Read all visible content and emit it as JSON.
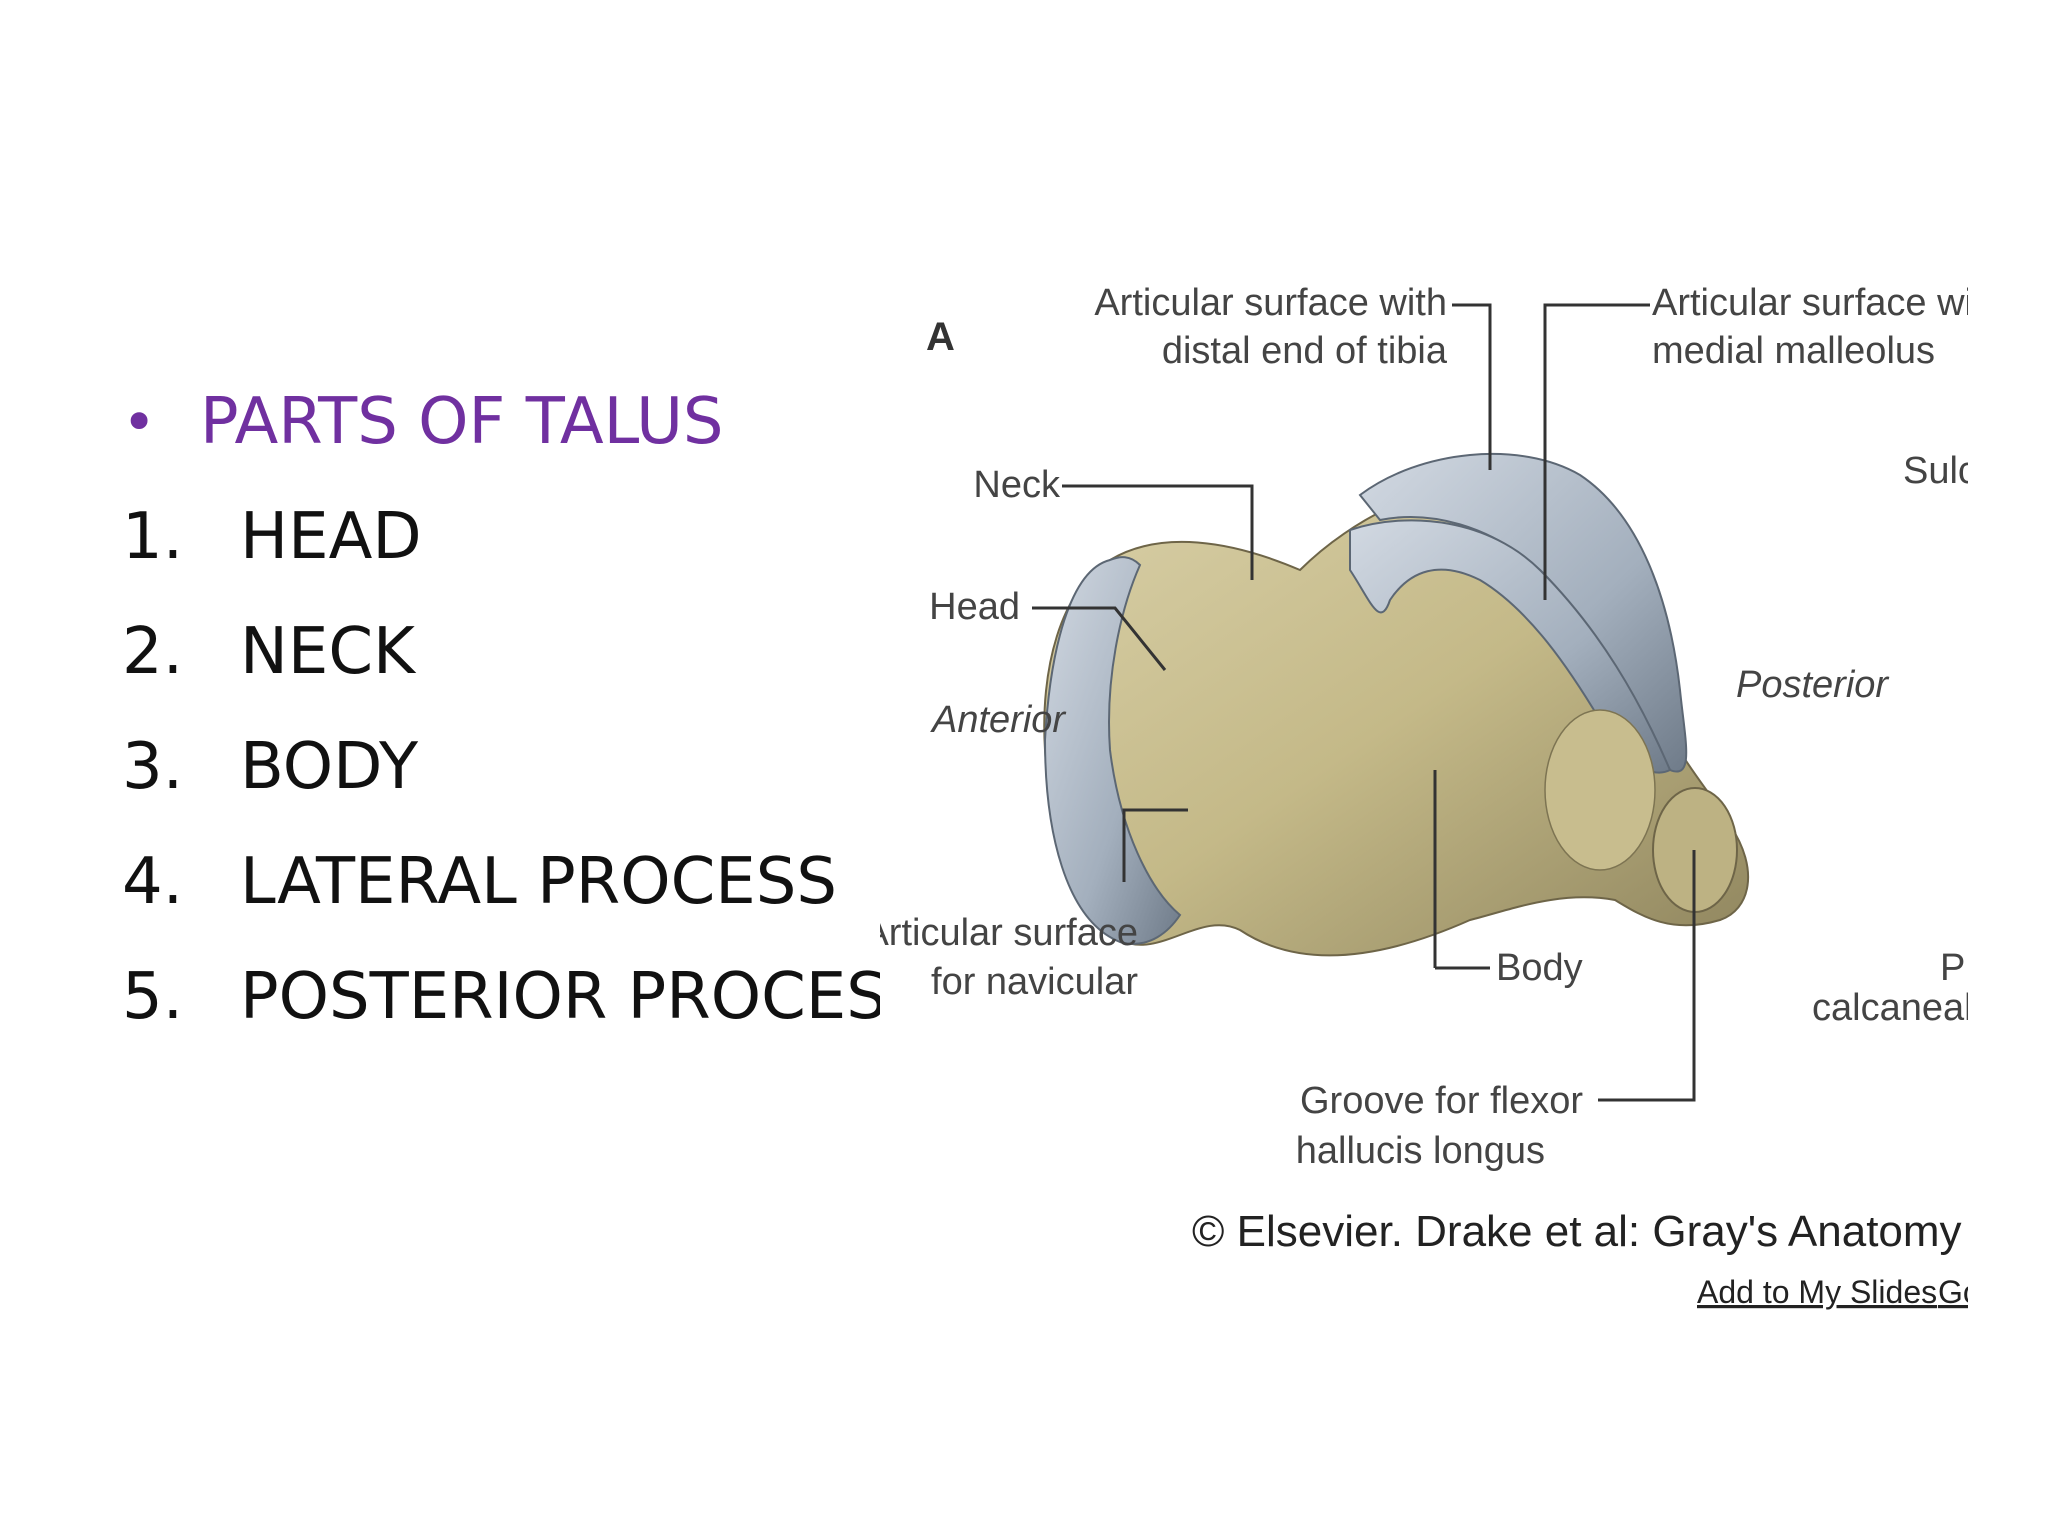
{
  "slide": {
    "heading": "PARTS OF TALUS",
    "bullet_symbol": "•",
    "items": [
      {
        "num": "1.",
        "label": "HEAD"
      },
      {
        "num": "2.",
        "label": "NECK"
      },
      {
        "num": "3.",
        "label": "BODY"
      },
      {
        "num": "4.",
        "label": "LATERAL PROCESS"
      },
      {
        "num": "5.",
        "label": "POSTERIOR PROCESS"
      }
    ],
    "colors": {
      "heading": "#7030a0",
      "text": "#111111"
    }
  },
  "figure": {
    "panel_letter": "A",
    "labels": {
      "tibia_1": "Articular surface with",
      "tibia_2": "distal end of tibia",
      "malleolus_1": "Articular surface with",
      "malleolus_2": "medial malleolus",
      "sulcus": "Sulc",
      "neck": "Neck",
      "head": "Head",
      "anterior": "Anterior",
      "posterior": "Posterior",
      "navicular_1": "Articular surface",
      "navicular_2": "for navicular",
      "body": "Body",
      "posterior_process_1": "P",
      "posterior_process_2": "calcaneal s",
      "groove_1": "Groove for flexor",
      "groove_2": "hallucis longus"
    },
    "credit": "© Elsevier. Drake et al: Gray's Anatomy for",
    "links": {
      "add": "Add to My Slides",
      "go": "Go"
    },
    "colors": {
      "bone": "#c9bf93",
      "cartilage": "#a9b4c2"
    }
  }
}
